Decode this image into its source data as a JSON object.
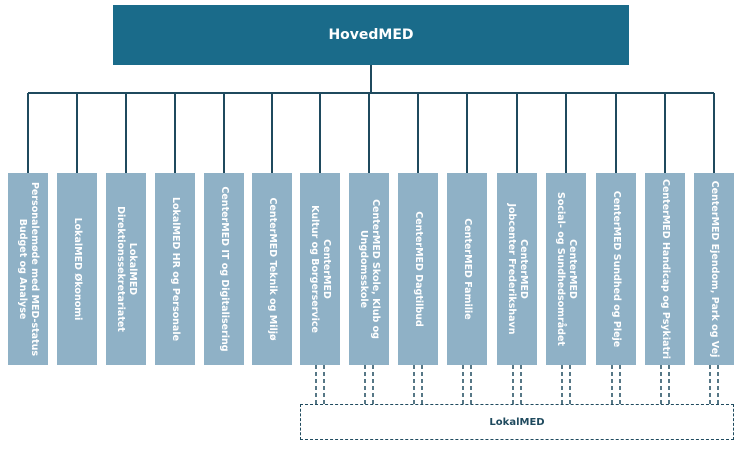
{
  "top": {
    "label": "HovedMED"
  },
  "units": [
    {
      "label": "Personalemøde med MED-status\nBudget og Analyse",
      "local": false
    },
    {
      "label": "LokalMED Økonomi",
      "local": false
    },
    {
      "label": "LokalMED\nDirektionssekretariatet",
      "local": false
    },
    {
      "label": "LokalMED HR og Personale",
      "local": false
    },
    {
      "label": "CenterMED IT og Digitalisering",
      "local": false
    },
    {
      "label": "CenterMED Teknik og Miljø",
      "local": false
    },
    {
      "label": "CenterMED\nKultur og Borgerservice",
      "local": true
    },
    {
      "label": "CenterMED Skole, Klub og\nUngdomsskole",
      "local": true
    },
    {
      "label": "CenterMED Dagtilbud",
      "local": true
    },
    {
      "label": "CenterMED Familie",
      "local": true
    },
    {
      "label": "CenterMED\nJobcenter Frederikshavn",
      "local": true
    },
    {
      "label": "CenterMED\nSocial- og Sundhedsområdet",
      "local": true
    },
    {
      "label": "CenterMED Sundhed og Pleje",
      "local": true
    },
    {
      "label": "CenterMED Handicap og Psykiatri",
      "local": true
    },
    {
      "label": "CenterMED Ejendom, Park og Vej",
      "local": true
    }
  ],
  "bottom": {
    "label": "LokalMED"
  },
  "colors": {
    "top_box": "#1a6b8a",
    "unit_box": "#8fb1c6",
    "line": "#1f4a5e"
  }
}
